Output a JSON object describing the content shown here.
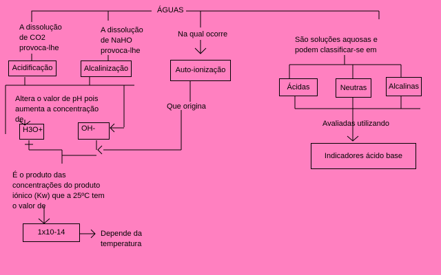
{
  "diagram": {
    "root": "ÁGUAS",
    "co2_note": "A dissolução\nde CO2\nprovoca-lhe",
    "naho_note": "A dissolução\nde NaHO\nprovoca-lhe",
    "occurs_note": "Na qual ocorre",
    "classify_note": "São soluções aquosas e\npodem classificar-se em",
    "acidification": "Acidificação",
    "alkalinization": "Alcalinização",
    "autoionization": "Auto-ionização",
    "acidic": "Ácidas",
    "neutral": "Neutras",
    "alkaline": "Alcalinas",
    "ph_note": "Altera o valor de pH pois\naumenta a concentração\nde",
    "h3o": "H3O+",
    "oh": "OH-",
    "origin_note": "Que origina",
    "evaluated_note": "Avaliadas utilizando",
    "indicators": "Indicadores ácido base",
    "kw_note": "É o produto das\nconcentrações do produto\niónico (Kw) que a 25ºC tem\no valor de",
    "kw_value": "1x10-14",
    "depends_note": "Depende da\ntemperatura"
  }
}
